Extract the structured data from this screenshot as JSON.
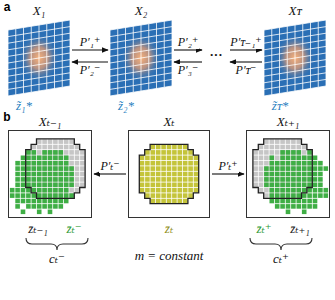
{
  "diagram": {
    "nodes": [
      {
        "text": [
          "X₁"
        ]
      },
      {
        "text": [
          "X₂"
        ]
      },
      {
        "text": [
          "···"
        ]
      },
      {
        "text": [
          "Xᴛ"
        ]
      },
      {
        "text": [
          "Xₜ₋₁"
        ]
      },
      {
        "text": [
          "Xₜ"
        ]
      },
      {
        "text": [
          "Xₜ₊₁"
        ]
      }
    ],
    "edges": [
      {
        "from": 0,
        "to": 1,
        "label": "P′₁⁺",
        "arrow": "to"
      },
      {
        "from": 1,
        "to": 0,
        "label": "P′₂⁻",
        "arrow": "to"
      },
      {
        "from": 1,
        "to": 2,
        "label": "P′₂⁺",
        "arrow": "to"
      },
      {
        "from": 2,
        "to": 1,
        "label": "P′₃⁻",
        "arrow": "to"
      },
      {
        "from": 2,
        "to": 3,
        "label": "P′ᴛ₋₁⁺",
        "arrow": "to"
      },
      {
        "from": 3,
        "to": 2,
        "label": "P′ᴛ⁻",
        "arrow": "to"
      },
      {
        "from": 5,
        "to": 4,
        "label": "P′ₜ⁻",
        "arrow": "to"
      },
      {
        "from": 5,
        "to": 6,
        "label": "P′ₜ⁺",
        "arrow": "to"
      }
    ],
    "labels": [
      "a",
      "z̃₁*",
      "z̃₂*",
      "z̃ᴛ*",
      "b",
      "z̄ₜ₋₁",
      "z̄ₜ⁻",
      "z̄ₜ",
      "m = constant",
      "z̄ₜ⁺",
      "z̄ₜ₊₁",
      "cₜ⁻",
      "cₜ⁺"
    ]
  }
}
